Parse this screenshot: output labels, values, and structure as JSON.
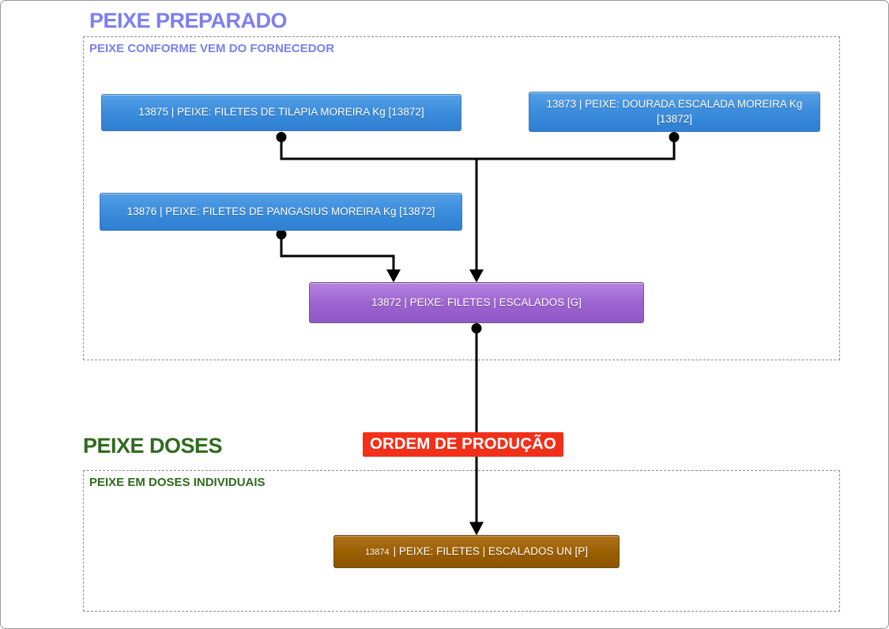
{
  "sections": {
    "preparado": {
      "title": "PEIXE PREPARADO",
      "group_label": "PEIXE CONFORME VEM DO FORNECEDOR",
      "accent_color": "#7D7FF0"
    },
    "doses": {
      "title": "PEIXE DOSES",
      "group_label": "PEIXE EM DOSES INDIVIDUAIS",
      "accent_color": "#2F6B1D"
    }
  },
  "order_badge": {
    "label": "ORDEM DE PRODUÇÃO",
    "background_color": "#F23019",
    "text_color": "#FFFFFF"
  },
  "nodes": {
    "tilapia": {
      "label": "13875 | PEIXE: FILETES DE TILAPIA MOREIRA Kg [13872]",
      "color": "#3B8CDB"
    },
    "dourada": {
      "label": "13873 | PEIXE: DOURADA ESCALADA MOREIRA Kg [13872]",
      "color": "#3B8CDB"
    },
    "pangasius": {
      "label": "13876 | PEIXE: FILETES DE PANGASIUS MOREIRA Kg [13872]",
      "color": "#3B8CDB"
    },
    "filetes_escalados": {
      "label": "13872 | PEIXE: FILETES | ESCALADOS [G]",
      "color": "#9D64D0"
    },
    "filetes_escalados_un": {
      "code": "13874",
      "label": "| PEIXE: FILETES | ESCALADOS UN [P]",
      "color": "#9A5E00"
    }
  }
}
